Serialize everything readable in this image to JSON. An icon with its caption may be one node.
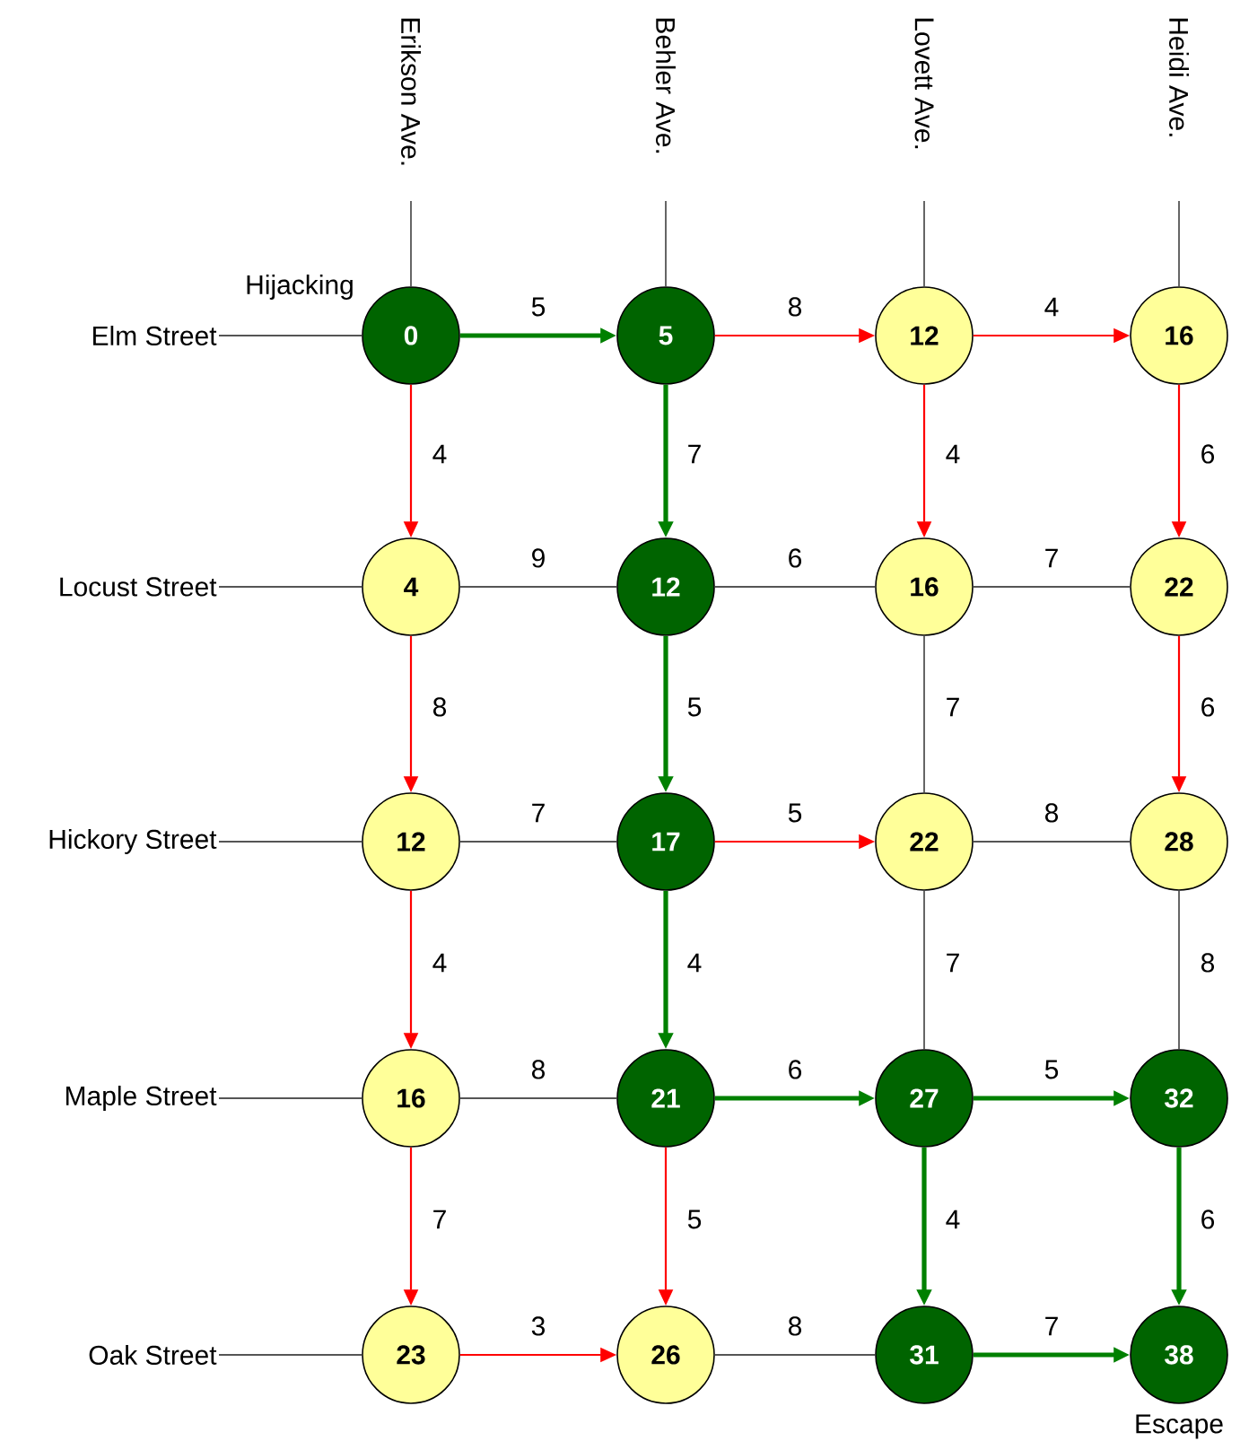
{
  "diagram": {
    "nodes": [
      {
        "text": [
          "Erikson Ave."
        ]
      },
      {
        "text": [
          "Behler Ave."
        ]
      },
      {
        "text": [
          "Lovett Ave."
        ]
      },
      {
        "text": [
          "Heidi Ave."
        ]
      },
      {
        "text": [
          "Elm Street"
        ]
      },
      {
        "text": [
          "0"
        ],
        "beside": [
          "Hijacking"
        ]
      },
      {
        "text": [
          "5"
        ]
      },
      {
        "text": [
          "12"
        ]
      },
      {
        "text": [
          "16"
        ]
      },
      {
        "text": [
          "Locust Street"
        ]
      },
      {
        "text": [
          "4"
        ]
      },
      {
        "text": [
          "12"
        ]
      },
      {
        "text": [
          "16"
        ]
      },
      {
        "text": [
          "22"
        ]
      },
      {
        "text": [
          "Hickory Street"
        ]
      },
      {
        "text": [
          "12"
        ]
      },
      {
        "text": [
          "17"
        ]
      },
      {
        "text": [
          "22"
        ]
      },
      {
        "text": [
          "28"
        ]
      },
      {
        "text": [
          "Maple Street"
        ]
      },
      {
        "text": [
          "16"
        ]
      },
      {
        "text": [
          "21"
        ]
      },
      {
        "text": [
          "27"
        ]
      },
      {
        "text": [
          "32"
        ]
      },
      {
        "text": [
          "Oak Street"
        ]
      },
      {
        "text": [
          "23"
        ]
      },
      {
        "text": [
          "26"
        ]
      },
      {
        "text": [
          "31"
        ]
      },
      {
        "text": [
          "38"
        ],
        "beside": [
          "Escape"
        ]
      }
    ],
    "edges": [
      {
        "from": 0,
        "to": 5,
        "arrow": "none"
      },
      {
        "from": 1,
        "to": 6,
        "arrow": "none"
      },
      {
        "from": 2,
        "to": 7,
        "arrow": "none"
      },
      {
        "from": 3,
        "to": 8,
        "arrow": "none"
      },
      {
        "from": 4,
        "to": 5,
        "arrow": "none"
      },
      {
        "from": 9,
        "to": 10,
        "arrow": "none"
      },
      {
        "from": 14,
        "to": 15,
        "arrow": "none"
      },
      {
        "from": 19,
        "to": 20,
        "arrow": "none"
      },
      {
        "from": 24,
        "to": 25,
        "arrow": "none"
      },
      {
        "from": 5,
        "to": 6,
        "arrow": "to",
        "label": "5",
        "style": "thick",
        "color": "#008000"
      },
      {
        "from": 6,
        "to": 7,
        "arrow": "to",
        "label": "8",
        "color": "#ff0000"
      },
      {
        "from": 7,
        "to": 8,
        "arrow": "to",
        "label": "4",
        "color": "#ff0000"
      },
      {
        "from": 10,
        "to": 11,
        "arrow": "none",
        "label": "9"
      },
      {
        "from": 11,
        "to": 12,
        "arrow": "none",
        "label": "6"
      },
      {
        "from": 12,
        "to": 13,
        "arrow": "none",
        "label": "7"
      },
      {
        "from": 15,
        "to": 16,
        "arrow": "none",
        "label": "7"
      },
      {
        "from": 16,
        "to": 17,
        "arrow": "to",
        "label": "5",
        "color": "#ff0000"
      },
      {
        "from": 17,
        "to": 18,
        "arrow": "none",
        "label": "8"
      },
      {
        "from": 20,
        "to": 21,
        "arrow": "none",
        "label": "8"
      },
      {
        "from": 21,
        "to": 22,
        "arrow": "to",
        "label": "6",
        "style": "thick",
        "color": "#008000"
      },
      {
        "from": 22,
        "to": 23,
        "arrow": "to",
        "label": "5",
        "style": "thick",
        "color": "#008000"
      },
      {
        "from": 25,
        "to": 26,
        "arrow": "to",
        "label": "3",
        "color": "#ff0000"
      },
      {
        "from": 26,
        "to": 27,
        "arrow": "none",
        "label": "8"
      },
      {
        "from": 27,
        "to": 28,
        "arrow": "to",
        "label": "7",
        "style": "thick",
        "color": "#008000"
      },
      {
        "from": 5,
        "to": 10,
        "arrow": "to",
        "label": "4",
        "color": "#ff0000"
      },
      {
        "from": 10,
        "to": 15,
        "arrow": "to",
        "label": "8",
        "color": "#ff0000"
      },
      {
        "from": 15,
        "to": 20,
        "arrow": "to",
        "label": "4",
        "color": "#ff0000"
      },
      {
        "from": 20,
        "to": 25,
        "arrow": "to",
        "label": "7",
        "color": "#ff0000"
      },
      {
        "from": 6,
        "to": 11,
        "arrow": "to",
        "label": "7",
        "style": "thick",
        "color": "#008000"
      },
      {
        "from": 11,
        "to": 16,
        "arrow": "to",
        "label": "5",
        "style": "thick",
        "color": "#008000"
      },
      {
        "from": 16,
        "to": 21,
        "arrow": "to",
        "label": "4",
        "style": "thick",
        "color": "#008000"
      },
      {
        "from": 21,
        "to": 26,
        "arrow": "to",
        "label": "5",
        "color": "#ff0000"
      },
      {
        "from": 7,
        "to": 12,
        "arrow": "to",
        "label": "4",
        "color": "#ff0000"
      },
      {
        "from": 12,
        "to": 17,
        "arrow": "none",
        "label": "7"
      },
      {
        "from": 17,
        "to": 22,
        "arrow": "none",
        "label": "7"
      },
      {
        "from": 22,
        "to": 27,
        "arrow": "to",
        "label": "4",
        "style": "thick",
        "color": "#008000"
      },
      {
        "from": 8,
        "to": 13,
        "arrow": "to",
        "label": "6",
        "color": "#ff0000"
      },
      {
        "from": 13,
        "to": 18,
        "arrow": "to",
        "label": "6",
        "color": "#ff0000"
      },
      {
        "from": 18,
        "to": 23,
        "arrow": "none",
        "label": "8"
      },
      {
        "from": 23,
        "to": 28,
        "arrow": "to",
        "label": "6",
        "style": "thick",
        "color": "#008000"
      }
    ]
  }
}
